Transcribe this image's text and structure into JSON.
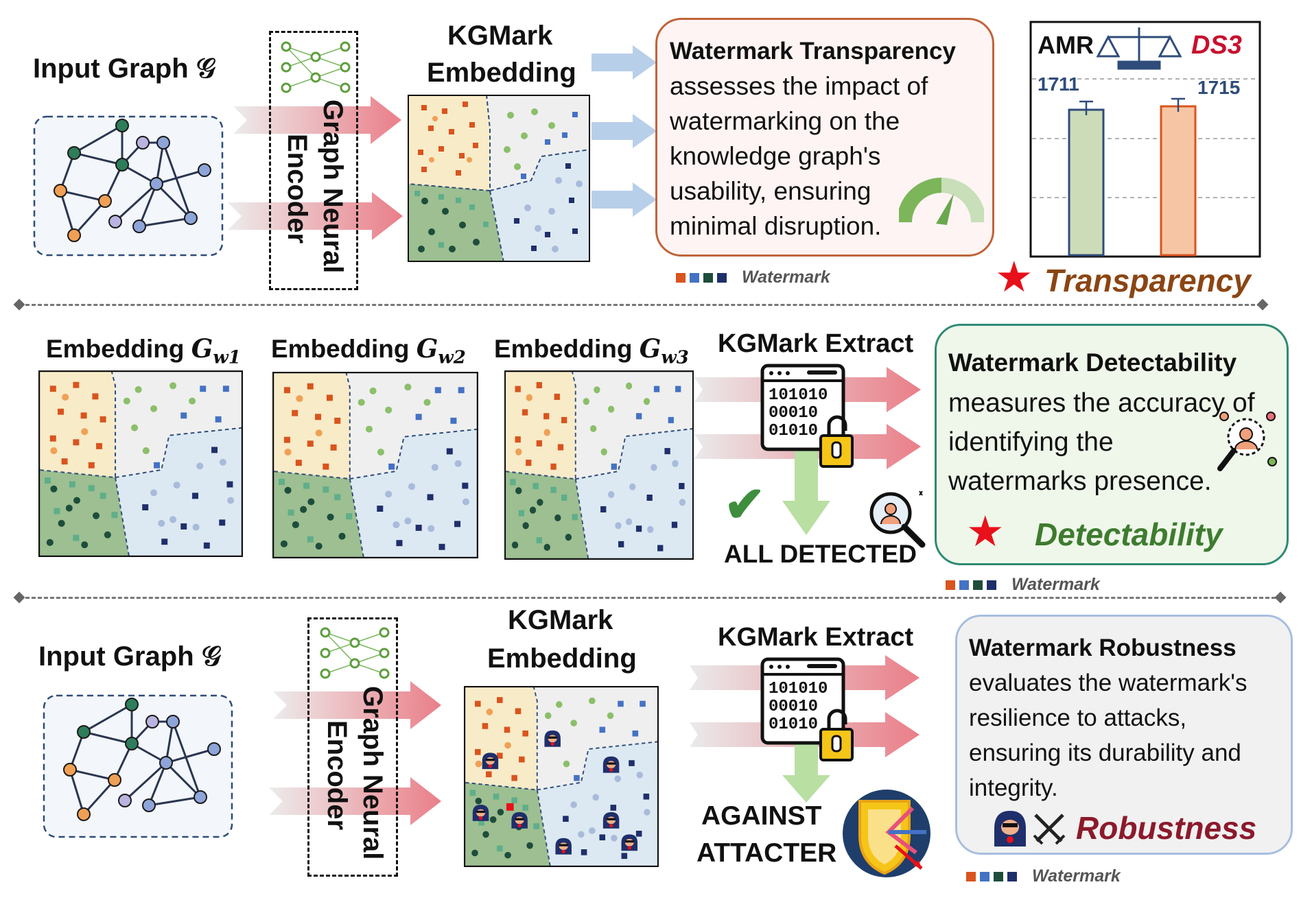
{
  "row1": {
    "input_graph_label": "Input Graph 𝒢",
    "encoder_label_line1": "Graph Neural",
    "encoder_label_line2": "Encoder",
    "embedding_title_line1": "KGMark",
    "embedding_title_line2": "Embedding",
    "card_title": "Watermark Transparency",
    "card_body": [
      "assesses the impact of",
      "watermarking on the",
      "knowledge graph's",
      "usability, ensuring",
      "minimal disruption."
    ],
    "legend_label": "Watermark",
    "bar_chart": {
      "left_label": "AMR",
      "right_label": "DS3",
      "value_left": "1711",
      "value_right": "1715"
    },
    "star_label": "Transparency"
  },
  "row2": {
    "emb1": "Embedding ",
    "emb1_sym": "G",
    "emb1_sub": "w1",
    "emb2": "Embedding ",
    "emb2_sym": "G",
    "emb2_sub": "w2",
    "emb3": "Embedding ",
    "emb3_sym": "G",
    "emb3_sub": "w3",
    "extract_title": "KGMark Extract",
    "binary": [
      "101010",
      "00010",
      "01010"
    ],
    "status": "ALL DETECTED",
    "card_title": "Watermark Detectability",
    "card_body": [
      "measures the accuracy of",
      "identifying the",
      "watermarks presence."
    ],
    "star_label": "Detectability",
    "legend_label": "Watermark"
  },
  "row3": {
    "input_graph_label": "Input Graph 𝒢",
    "encoder_label_line1": "Graph Neural",
    "encoder_label_line2": "Encoder",
    "embedding_title_line1": "KGMark",
    "embedding_title_line2": "Embedding",
    "extract_title": "KGMark Extract",
    "binary": [
      "101010",
      "00010",
      "01010"
    ],
    "status_line1": "AGAINST",
    "status_line2": "ATTACTER",
    "card_title": "Watermark Robustness",
    "card_body": [
      "evaluates the watermark's",
      "resilience to attacks,",
      "ensuring its durability and",
      "integrity."
    ],
    "star_label": "Robustness",
    "legend_label": "Watermark"
  },
  "colors": {
    "orange": "#D9541E",
    "blue": "#4472C4",
    "teal": "#1E4D3C",
    "navy": "#1F2F6B",
    "green_region": "#9DBF91",
    "yellow_region": "#F8EBC8",
    "lightblue_region": "#DCE9F2",
    "gray_region": "#EFEFEF",
    "transparency_red": "#C0392B",
    "transparency_text": "#8B4513",
    "detect_green": "#3E7B2F",
    "robust_red": "#8B1A2B"
  }
}
